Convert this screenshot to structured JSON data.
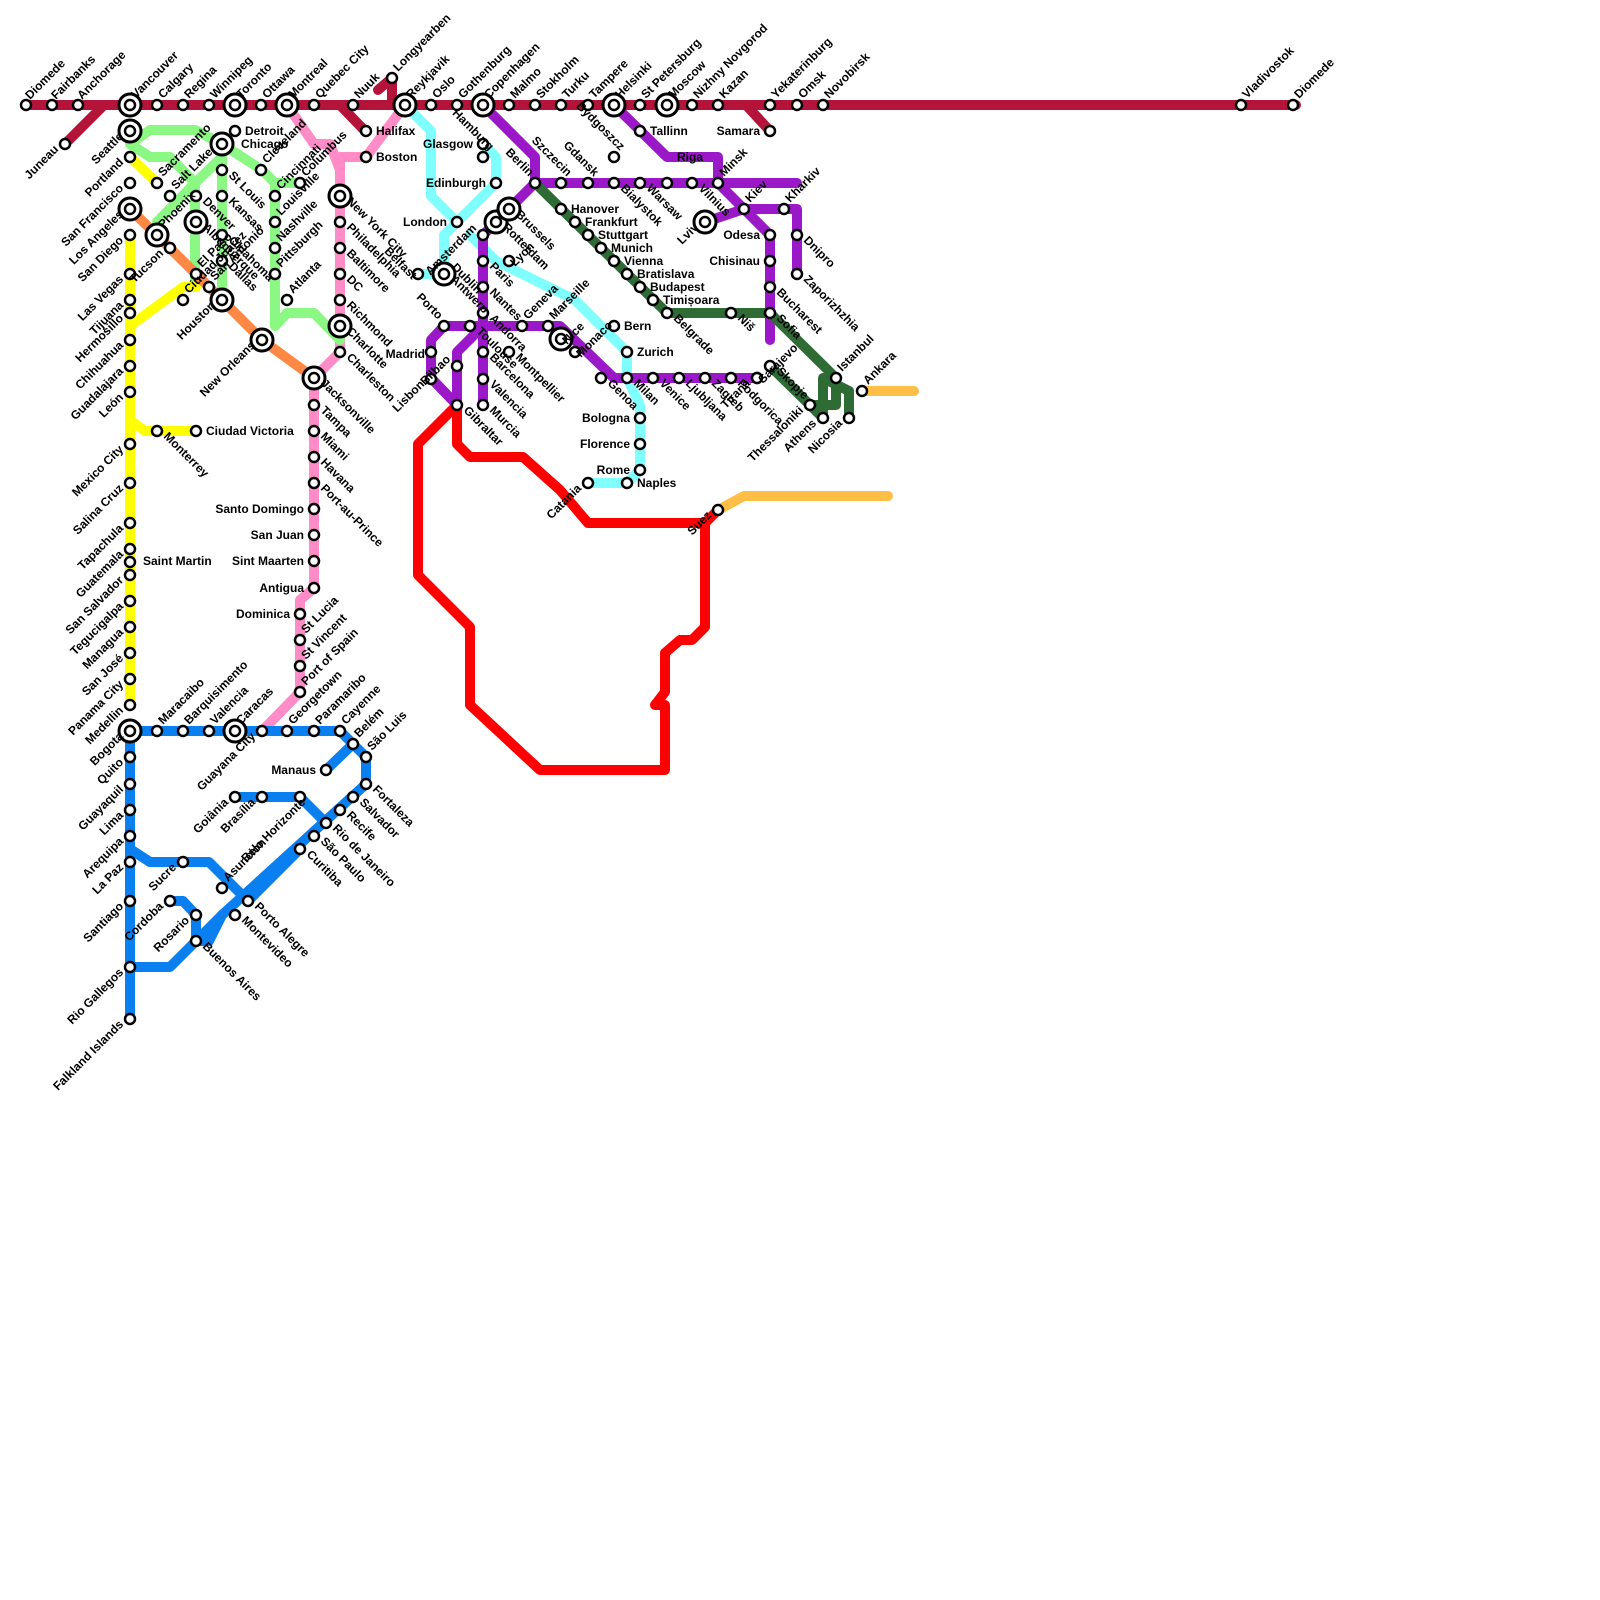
{
  "colors": {
    "northern": "#B5143A",
    "pacific": "#FF8CC6",
    "green_line": "#8AF882",
    "yellow_line": "#FFFF00",
    "orange_line": "#FF8844",
    "blue_line": "#0A7FF0",
    "red_line": "#FF0000",
    "cyan_line": "#80FFFF",
    "purple_line": "#9A18C8",
    "darkgreen_line": "#2E6B35",
    "gold_line": "#FFBF46",
    "station_fill": "#ffffff",
    "station_stroke": "#000000"
  },
  "stations": [
    "Diomede",
    "Fairbanks",
    "Anchorage",
    "Juneau",
    "Vancouver",
    "Calgary",
    "Regina",
    "Winnipeg",
    "Toronto",
    "Ottawa",
    "Montreal",
    "Quebec City",
    "Nuuk",
    "Longyearben",
    "Reykjavik",
    "Oslo",
    "Gothenburg",
    "Copenhagen",
    "Malmo",
    "Stokholm",
    "Turku",
    "Tampere",
    "Helsinki",
    "St Petersburg",
    "Moscow",
    "Nizhny Novgorod",
    "Kazan",
    "Yekaterinburg",
    "Omsk",
    "Novobirsk",
    "Vladivostok",
    "Diomede",
    "Samara",
    "Seattle",
    "Portland",
    "Sacramento",
    "San Francisco",
    "Salt Lake",
    "Los Angeles",
    "Denver",
    "San Diego",
    "Phoenix",
    "Las Vegas",
    "Tucson",
    "Albuquerque",
    "Tijuana",
    "El Paso",
    "Ciudad Juarez",
    "San Antonio",
    "Hermosillo",
    "Chihuahua",
    "Houston",
    "Guadalajara",
    "León",
    "Mexico City",
    "Monterrey",
    "Ciudad Victoria",
    "Salina Cruz",
    "Tapachula",
    "Guatemala",
    "San Salvador",
    "Tegucigalpa",
    "Managua",
    "San José",
    "Panama City",
    "Medellin",
    "Bogota",
    "Detroit",
    "Chicago",
    "Cleveland",
    "St Louis",
    "Columbus",
    "Kansas",
    "Cincinnati",
    "Oklahoma",
    "Louisville",
    "Dallas",
    "Nashville",
    "Atlanta",
    "New Orleans",
    "Halifax",
    "Boston",
    "Pittsburgh",
    "New York City",
    "Philadelphia",
    "Baltimore",
    "DC",
    "Richmond",
    "Charlotte",
    "Charleston",
    "Jacksonville",
    "Tampa",
    "Miami",
    "Havana",
    "Port-au-Prince",
    "Santo Domingo",
    "San Juan",
    "Sint Maarten",
    "Saint Martin",
    "Antigua",
    "Dominica",
    "St Lucia",
    "St Vincent",
    "Port of Spain",
    "Georgetown",
    "Paramaribo",
    "Cayenne",
    "Belém",
    "São Luis",
    "Manaus",
    "Fortaleza",
    "Recife",
    "Salvador",
    "Rio de Janeiro",
    "São Paulo",
    "Curitiba",
    "Porto Alegre",
    "Montevideo",
    "Buenos Aires",
    "Rosario",
    "Cordoba",
    "Asuncion",
    "Belo Horizonte",
    "Brasília",
    "Goiânia",
    "Guayana City",
    "Caracas",
    "Valencia",
    "Barquisimento",
    "Maracaibo",
    "Quito",
    "Guayaquil",
    "Lima",
    "Arequipa",
    "La Paz",
    "Sucre",
    "Santiago",
    "Rio Gallegos",
    "Falkland Islands",
    "Glasgow",
    "Hamburg",
    "Edinburgh",
    "Berlin",
    "Szczecin",
    "Gdansk",
    "Bydgoszcz",
    "Bialystok",
    "Warsaw",
    "Vilnius",
    "Riga",
    "Tallinn",
    "Minsk",
    "Lviv",
    "Kiev",
    "Kharkiv",
    "Odesa",
    "Dnipro",
    "Chisinau",
    "Zaporizhzhia",
    "Bucharest",
    "Sofia",
    "Skopje",
    "Istanbul",
    "Ankara",
    "Nicosia",
    "Athens",
    "Thessaloniki",
    "London",
    "Antwerp",
    "Amsterdam",
    "Rotterdam",
    "Brussels",
    "Belfast",
    "Dublin",
    "Hanover",
    "Frankfurt",
    "Stuttgart",
    "Munich",
    "Vienna",
    "Bratislava",
    "Budapest",
    "Timișoara",
    "Belgrade",
    "Niš",
    "Tirana",
    "Podgorica",
    "Sarajevo",
    "Zagreb",
    "Ljubljana",
    "Venice",
    "Milan",
    "Genoa",
    "Bologna",
    "Florence",
    "Rome",
    "Naples",
    "Catania",
    "Zurich",
    "Bern",
    "Monaco",
    "Nice",
    "Marseille",
    "Geneva",
    "Lyon",
    "Paris",
    "Nantes",
    "Toulouse",
    "Montpellier",
    "Andorra",
    "Bilbao",
    "Barcelona",
    "Valencia",
    "Murcia",
    "Gibraltar",
    "Madrid",
    "Porto",
    "Lisbon",
    "Suez"
  ],
  "legend": []
}
